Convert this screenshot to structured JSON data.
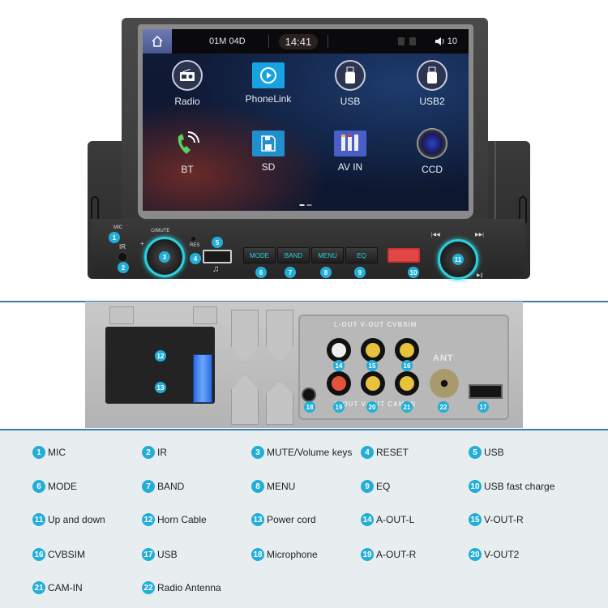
{
  "screen": {
    "status_bar": {
      "date": "01M 04D",
      "time": "14:41",
      "volume_level": "10"
    },
    "apps": [
      {
        "label": "Radio",
        "icon": "radio-icon"
      },
      {
        "label": "PhoneLink",
        "icon": "phonelink-icon"
      },
      {
        "label": "USB",
        "icon": "usb-icon"
      },
      {
        "label": "USB2",
        "icon": "usb2-icon"
      },
      {
        "label": "BT",
        "icon": "bluetooth-phone-icon"
      },
      {
        "label": "SD",
        "icon": "sd-card-icon"
      },
      {
        "label": "AV IN",
        "icon": "av-in-icon"
      },
      {
        "label": "CCD",
        "icon": "camera-icon"
      }
    ]
  },
  "front_panel": {
    "mic_label": "MIC",
    "ir_label": "IR",
    "mute_label": "⏻/MUTE",
    "res_label": "RES",
    "buttons": {
      "mode": "MODE",
      "band": "BAND",
      "menu": "MENU",
      "eq": "EQ"
    },
    "prev_label": "|◀◀",
    "next_label": "▶▶|",
    "play_label": "▶||",
    "plus": "+",
    "minus": "−",
    "music_note": "♫"
  },
  "rear_panel": {
    "top_label": "L-OUT V-OUT CVBSIM",
    "bottom_label": "R-OUT V-OUT CAM-IN",
    "ant_label": "ANT"
  },
  "callouts": [
    "1",
    "2",
    "3",
    "4",
    "5",
    "6",
    "7",
    "8",
    "9",
    "10",
    "11",
    "12",
    "13",
    "14",
    "15",
    "16",
    "17",
    "18",
    "19",
    "20",
    "21",
    "22"
  ],
  "legend": [
    {
      "num": "1",
      "label": "MIC"
    },
    {
      "num": "2",
      "label": "IR"
    },
    {
      "num": "3",
      "label": "MUTE/Volume keys"
    },
    {
      "num": "4",
      "label": "RESET"
    },
    {
      "num": "5",
      "label": "USB"
    },
    {
      "num": "6",
      "label": "MODE"
    },
    {
      "num": "7",
      "label": "BAND"
    },
    {
      "num": "8",
      "label": "MENU"
    },
    {
      "num": "9",
      "label": "EQ"
    },
    {
      "num": "10",
      "label": "USB fast charge"
    },
    {
      "num": "11",
      "label": "Up and down"
    },
    {
      "num": "12",
      "label": "Horn Cable"
    },
    {
      "num": "13",
      "label": "Power cord"
    },
    {
      "num": "14",
      "label": "A-OUT-L"
    },
    {
      "num": "15",
      "label": "V-OUT-R"
    },
    {
      "num": "16",
      "label": "CVBSIM"
    },
    {
      "num": "17",
      "label": "USB"
    },
    {
      "num": "18",
      "label": "Microphone"
    },
    {
      "num": "19",
      "label": "A-OUT-R"
    },
    {
      "num": "20",
      "label": "V-OUT2"
    },
    {
      "num": "21",
      "label": "CAM-IN"
    },
    {
      "num": "22",
      "label": "Radio Antenna"
    }
  ],
  "colors": {
    "accent_cyan": "#2ad0e0",
    "badge_blue": "#23aed8",
    "divider_blue": "#3b7bb0",
    "legend_bg": "#e8eef0"
  }
}
